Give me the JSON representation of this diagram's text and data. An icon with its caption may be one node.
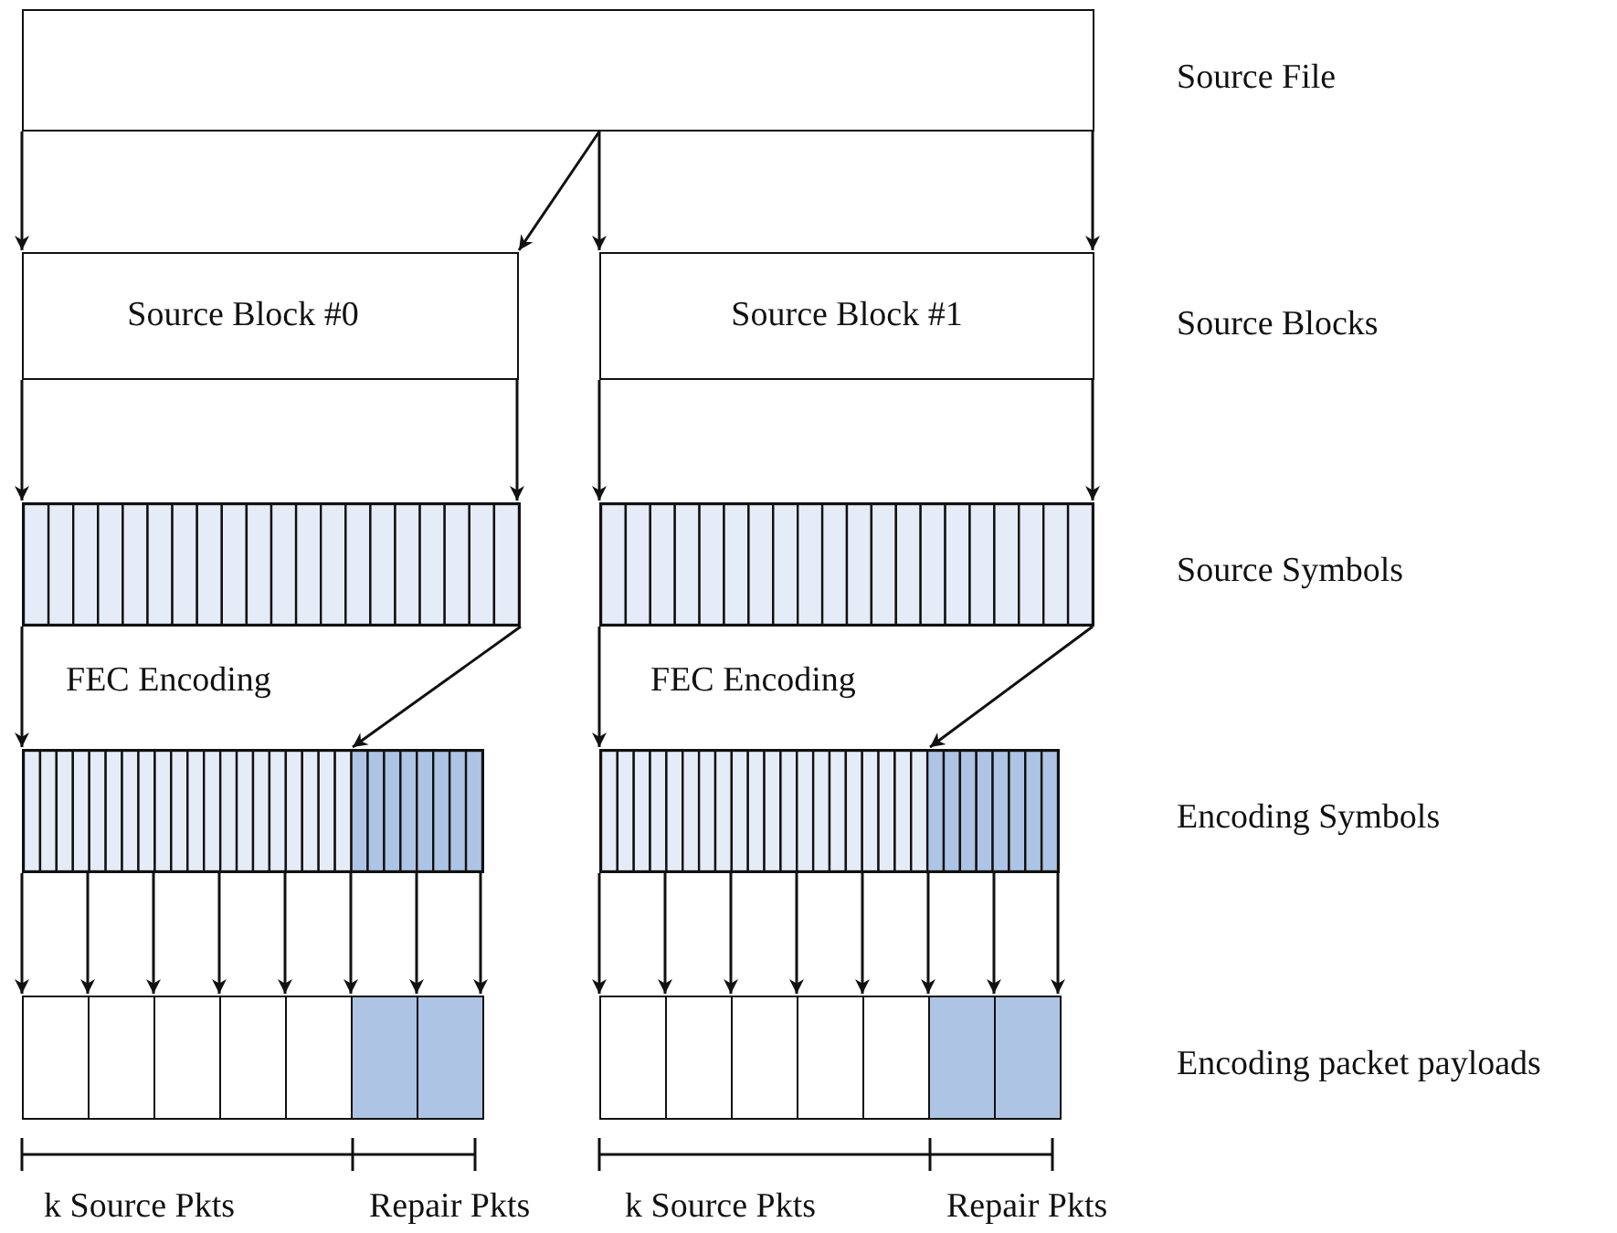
{
  "diagram": {
    "nodes": [
      {
        "text": [],
        "shape": "box"
      },
      {
        "text": [
          "Source Block #0"
        ]
      },
      {
        "text": [
          "Source Block #1"
        ]
      },
      {
        "text": [],
        "shape": "bar"
      },
      {
        "text": [],
        "shape": "bar"
      },
      {
        "text": [],
        "shape": "bar"
      },
      {
        "text": [],
        "shape": "bar"
      },
      {
        "text": [],
        "shape": "box"
      },
      {
        "text": [],
        "shape": "box"
      },
      {
        "text": [],
        "shape": "box"
      },
      {
        "text": [],
        "shape": "box"
      },
      {
        "text": [],
        "shape": "box"
      },
      {
        "text": [],
        "shape": "box"
      },
      {
        "text": [],
        "shape": "box"
      },
      {
        "text": [],
        "shape": "box"
      },
      {
        "text": [],
        "shape": "box"
      },
      {
        "text": [],
        "shape": "box"
      },
      {
        "text": [],
        "shape": "box"
      },
      {
        "text": [],
        "shape": "box"
      },
      {
        "text": [],
        "shape": "box"
      },
      {
        "text": [],
        "shape": "box"
      }
    ],
    "edges": [
      {
        "from": 0,
        "to": 1,
        "arrow": "to"
      },
      {
        "from": 0,
        "to": 1,
        "arrow": "to"
      },
      {
        "from": 0,
        "to": 2,
        "arrow": "to"
      },
      {
        "from": 0,
        "to": 2,
        "arrow": "to"
      },
      {
        "from": 1,
        "to": 3,
        "arrow": "to"
      },
      {
        "from": 1,
        "to": 3,
        "arrow": "to"
      },
      {
        "from": 2,
        "to": 4,
        "arrow": "to"
      },
      {
        "from": 2,
        "to": 4,
        "arrow": "to"
      },
      {
        "from": 3,
        "to": 5,
        "arrow": "to"
      },
      {
        "from": 3,
        "to": 5,
        "arrow": "to"
      },
      {
        "from": 4,
        "to": 6,
        "arrow": "to"
      },
      {
        "from": 4,
        "to": 6,
        "arrow": "to"
      },
      {
        "from": 5,
        "to": 7,
        "arrow": "to"
      },
      {
        "from": 5,
        "to": 8,
        "arrow": "to"
      },
      {
        "from": 5,
        "to": 9,
        "arrow": "to"
      },
      {
        "from": 5,
        "to": 10,
        "arrow": "to"
      },
      {
        "from": 5,
        "to": 11,
        "arrow": "to"
      },
      {
        "from": 5,
        "to": 12,
        "arrow": "to"
      },
      {
        "from": 5,
        "to": 13,
        "arrow": "to"
      },
      {
        "from": 5,
        "to": 13,
        "arrow": "to"
      },
      {
        "from": 6,
        "to": 14,
        "arrow": "to"
      },
      {
        "from": 6,
        "to": 15,
        "arrow": "to"
      },
      {
        "from": 6,
        "to": 16,
        "arrow": "to"
      },
      {
        "from": 6,
        "to": 17,
        "arrow": "to"
      },
      {
        "from": 6,
        "to": 18,
        "arrow": "to"
      },
      {
        "from": 6,
        "to": 19,
        "arrow": "to"
      },
      {
        "from": 6,
        "to": 20,
        "arrow": "to"
      },
      {
        "from": 6,
        "to": 20,
        "arrow": "to"
      }
    ],
    "labels": [
      "Source File",
      "Source Blocks",
      "Source Symbols",
      "FEC Encoding",
      "FEC Encoding",
      "Encoding Symbols",
      "Encoding packet payloads",
      "k Source Pkts",
      "Repair Pkts",
      "k Source Pkts",
      "Repair Pkts"
    ]
  }
}
